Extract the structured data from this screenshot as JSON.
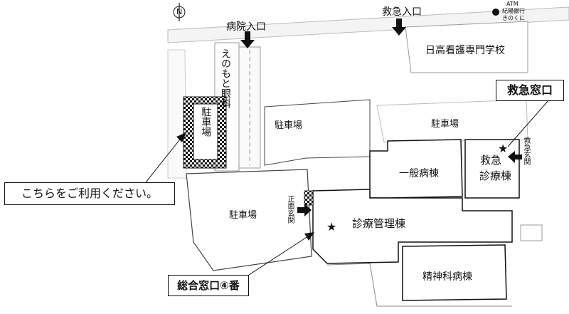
{
  "compass": {
    "label": "N"
  },
  "entrances": {
    "hospital": "病院入口",
    "emergency": "救急入口"
  },
  "atm": {
    "title": "ATM",
    "line1": "紀陽銀行",
    "line2": "きのくに"
  },
  "buildings": {
    "nursing_school": "日高看護専門学校",
    "eye_clinic": "えのもと眼科",
    "general_ward": "一般病棟",
    "emergency_ward_line1": "救急",
    "emergency_ward_line2": "診療棟",
    "admin_building": "診療管理棟",
    "psych_ward": "精神科病棟"
  },
  "parking": {
    "checkered": "駐車場",
    "center": "駐車場",
    "upper_right": "駐車場",
    "main": "駐車場"
  },
  "doors": {
    "front_entrance": "正面玄関",
    "emergency_entrance": "救急玄関"
  },
  "callouts": {
    "emergency_window": "救急窓口",
    "use_here": "こちらをご利用ください。",
    "general_window": "総合窓口④番"
  },
  "markers": {
    "star": "★"
  },
  "colors": {
    "ink": "#111111",
    "road": "#e6e6e6",
    "building_fill": "#ffffff",
    "checker": "#111111"
  }
}
